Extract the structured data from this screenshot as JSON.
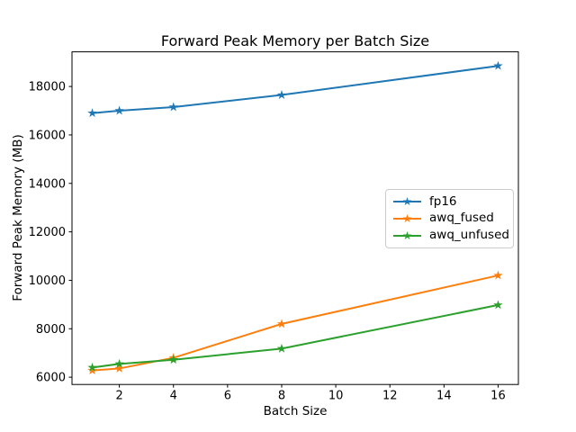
{
  "chart_data": {
    "type": "line",
    "title": "Forward Peak Memory per Batch Size",
    "xlabel": "Batch Size",
    "ylabel": "Forward Peak Memory (MB)",
    "x": [
      1,
      2,
      4,
      8,
      16
    ],
    "series": [
      {
        "name": "fp16",
        "color": "#1f77b4",
        "values": [
          16900,
          17000,
          17150,
          17650,
          18850
        ]
      },
      {
        "name": "awq_fused",
        "color": "#ff7f0e",
        "values": [
          6280,
          6360,
          6800,
          8200,
          10200
        ]
      },
      {
        "name": "awq_unfused",
        "color": "#2ca02c",
        "values": [
          6400,
          6550,
          6720,
          7180,
          8980
        ]
      }
    ],
    "marker": "star",
    "line_width": 2,
    "xticks": [
      2,
      4,
      6,
      8,
      10,
      12,
      14,
      16
    ],
    "yticks": [
      6000,
      8000,
      10000,
      12000,
      14000,
      16000,
      18000
    ],
    "xlim": [
      0.25,
      16.75
    ],
    "ylim": [
      5700,
      19430
    ],
    "grid": false,
    "legend_position": "center right",
    "frame_color": "#000000",
    "text_color": "#000000"
  }
}
